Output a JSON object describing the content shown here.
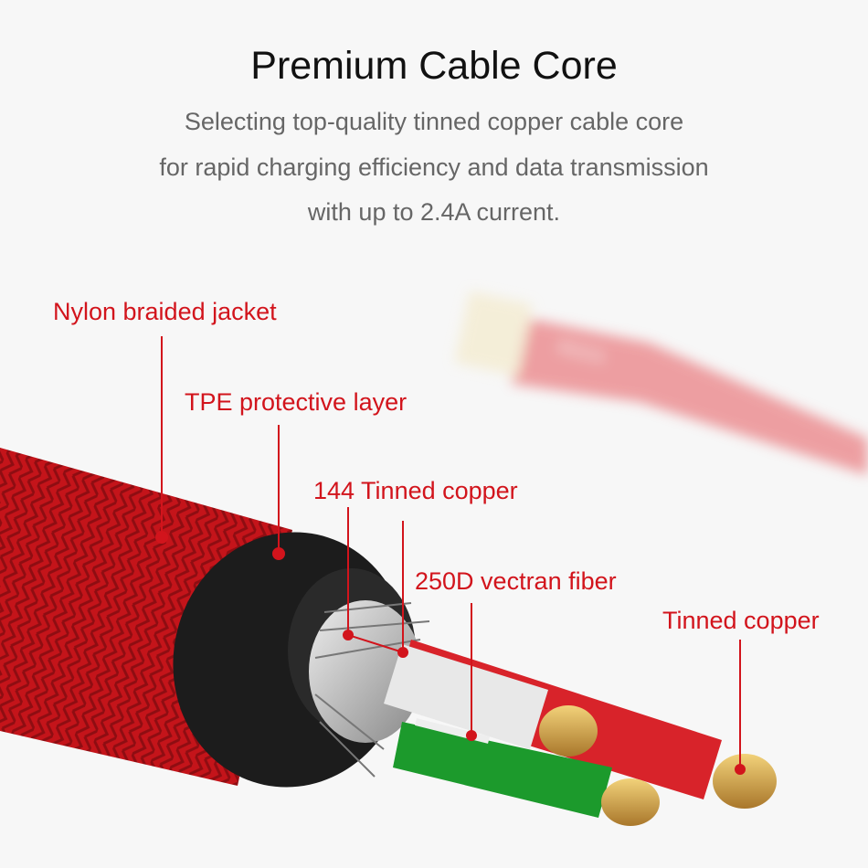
{
  "header": {
    "title": "Premium Cable Core",
    "subtitle_lines": [
      "Selecting top-quality tinned copper cable core",
      "for rapid charging efficiency and data transmission",
      "with up to 2.4A current."
    ]
  },
  "callouts": {
    "nylon": "Nylon braided jacket",
    "tpe": "TPE protective layer",
    "tinned144": "144 Tinned copper",
    "vectran": "250D vectran fiber",
    "tinned": "Tinned copper"
  },
  "connector_logo": "ROCK",
  "colors": {
    "accent": "#d2141c",
    "jacket": "#c4141a",
    "cap": "#1a1a1a"
  }
}
